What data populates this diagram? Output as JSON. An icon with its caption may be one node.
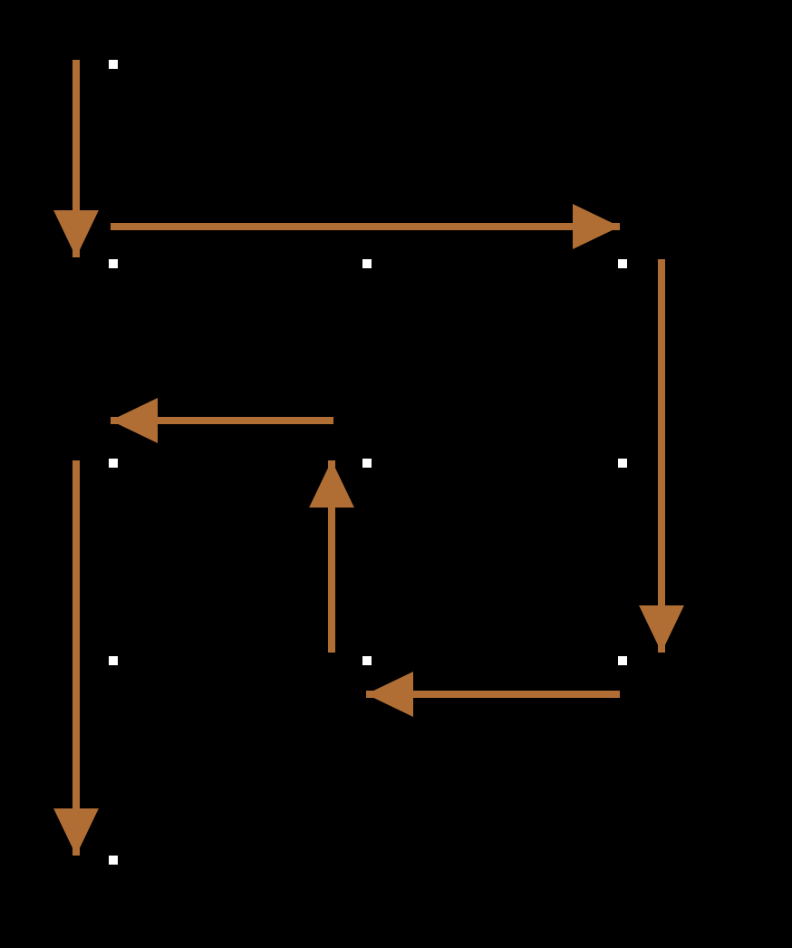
{
  "diagram": {
    "nodes": [
      {
        "text": [],
        "shape": "box"
      },
      {
        "text": [],
        "shape": "box"
      },
      {
        "text": [],
        "shape": "box"
      },
      {
        "text": [],
        "shape": "box"
      },
      {
        "text": [],
        "shape": "box"
      },
      {
        "text": [],
        "shape": "box"
      },
      {
        "text": [],
        "shape": "box"
      },
      {
        "text": [],
        "shape": "box"
      },
      {
        "text": [],
        "shape": "box"
      },
      {
        "text": [],
        "shape": "box"
      },
      {
        "text": [],
        "shape": "box"
      }
    ],
    "edges": [
      {
        "from": 0,
        "to": 1,
        "arrow": "to"
      },
      {
        "from": 1,
        "to": 3,
        "arrow": "to"
      },
      {
        "from": 3,
        "to": 9,
        "arrow": "to"
      },
      {
        "from": 9,
        "to": 8,
        "arrow": "to"
      },
      {
        "from": 8,
        "to": 5,
        "arrow": "to"
      },
      {
        "from": 5,
        "to": 4,
        "arrow": "to"
      },
      {
        "from": 4,
        "to": 10,
        "arrow": "to"
      }
    ]
  }
}
